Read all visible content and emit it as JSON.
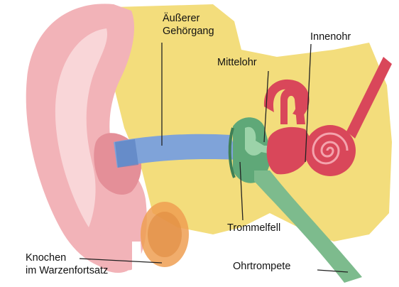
{
  "labels": {
    "outer_canal_line1": "Äußerer",
    "outer_canal_line2": "Gehörgang",
    "inner_ear": "Innenohr",
    "middle_ear": "Mittelohr",
    "eardrum": "Trommelfell",
    "mastoid_line1": "Knochen",
    "mastoid_line2": "im Warzenfortsatz",
    "eustachian_tube": "Ohrtrompete"
  },
  "colors": {
    "skin": "#f2b3b8",
    "skin_dark": "#e48f98",
    "skin_light": "#fbe2e3",
    "bone": "#f3dd7c",
    "canal": "#7fa3d9",
    "middle_ear": "#5fa878",
    "tube": "#7dbb8d",
    "inner_ear": "#d9475a",
    "mastoid": "#ee9f52",
    "line": "#222222"
  }
}
